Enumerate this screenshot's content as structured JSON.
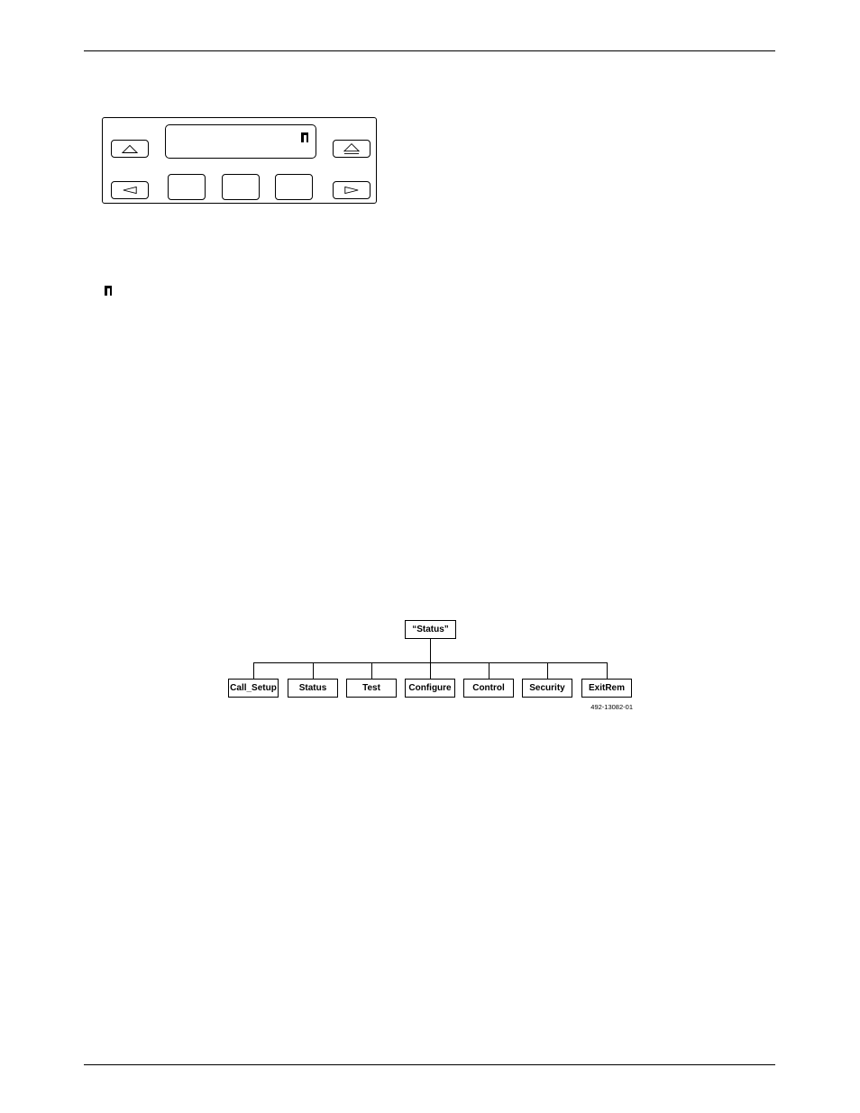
{
  "front_panel": {
    "display_indicator_icon": "cursor-block-icon",
    "keys": {
      "up_arrow": "up-arrow-icon",
      "left_arrow": "left-arrow-icon",
      "right_arrow": "right-arrow-icon",
      "top_arrow": "top-double-arrow-icon",
      "function_keys": [
        "",
        "",
        ""
      ]
    }
  },
  "legend_icon": "cursor-block-icon",
  "menu_tree": {
    "root": "“Status”",
    "children": [
      "Call_Setup",
      "Status",
      "Test",
      "Configure",
      "Control",
      "Security",
      "ExitRem"
    ]
  },
  "figure_id": "492-13082-01"
}
